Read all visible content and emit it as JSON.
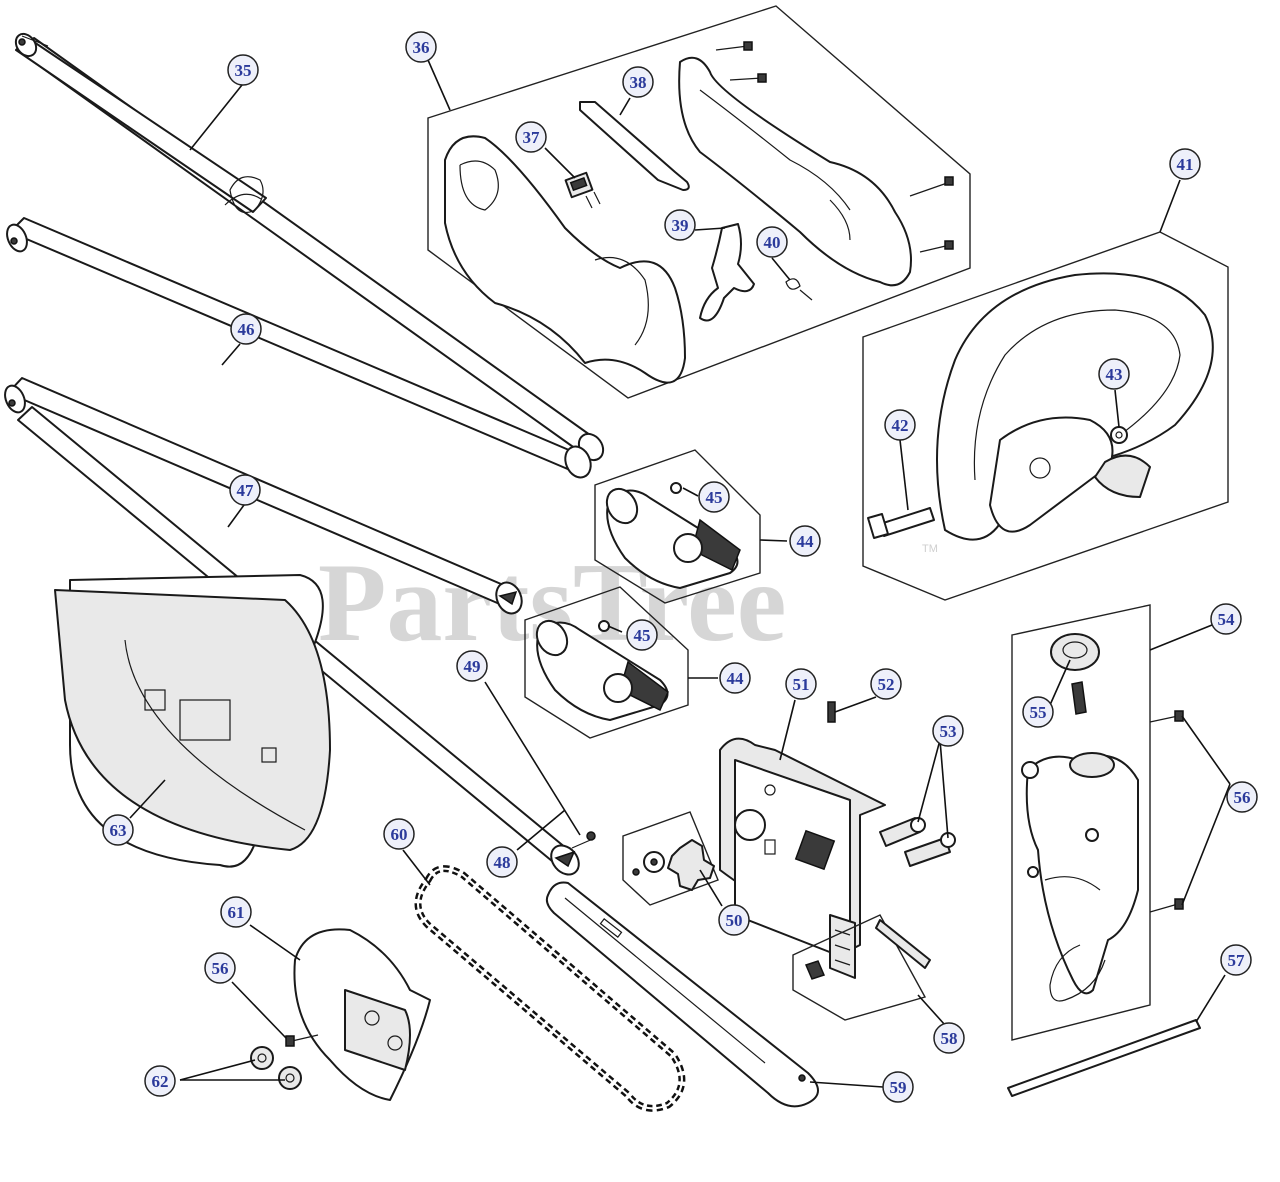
{
  "watermark": {
    "text": "PartsTree",
    "trademark": "TM"
  },
  "callouts": [
    {
      "id": "callout-35",
      "label": "35"
    },
    {
      "id": "callout-36",
      "label": "36"
    },
    {
      "id": "callout-37",
      "label": "37"
    },
    {
      "id": "callout-38",
      "label": "38"
    },
    {
      "id": "callout-39",
      "label": "39"
    },
    {
      "id": "callout-40",
      "label": "40"
    },
    {
      "id": "callout-41",
      "label": "41"
    },
    {
      "id": "callout-42",
      "label": "42"
    },
    {
      "id": "callout-43",
      "label": "43"
    },
    {
      "id": "callout-44a",
      "label": "44"
    },
    {
      "id": "callout-44b",
      "label": "44"
    },
    {
      "id": "callout-45a",
      "label": "45"
    },
    {
      "id": "callout-45b",
      "label": "45"
    },
    {
      "id": "callout-46",
      "label": "46"
    },
    {
      "id": "callout-47",
      "label": "47"
    },
    {
      "id": "callout-48",
      "label": "48"
    },
    {
      "id": "callout-49",
      "label": "49"
    },
    {
      "id": "callout-50",
      "label": "50"
    },
    {
      "id": "callout-51",
      "label": "51"
    },
    {
      "id": "callout-52",
      "label": "52"
    },
    {
      "id": "callout-53",
      "label": "53"
    },
    {
      "id": "callout-54",
      "label": "54"
    },
    {
      "id": "callout-55",
      "label": "55"
    },
    {
      "id": "callout-56a",
      "label": "56"
    },
    {
      "id": "callout-56b",
      "label": "56"
    },
    {
      "id": "callout-57",
      "label": "57"
    },
    {
      "id": "callout-58",
      "label": "58"
    },
    {
      "id": "callout-59",
      "label": "59"
    },
    {
      "id": "callout-60",
      "label": "60"
    },
    {
      "id": "callout-61",
      "label": "61"
    },
    {
      "id": "callout-62",
      "label": "62"
    },
    {
      "id": "callout-63",
      "label": "63"
    }
  ]
}
